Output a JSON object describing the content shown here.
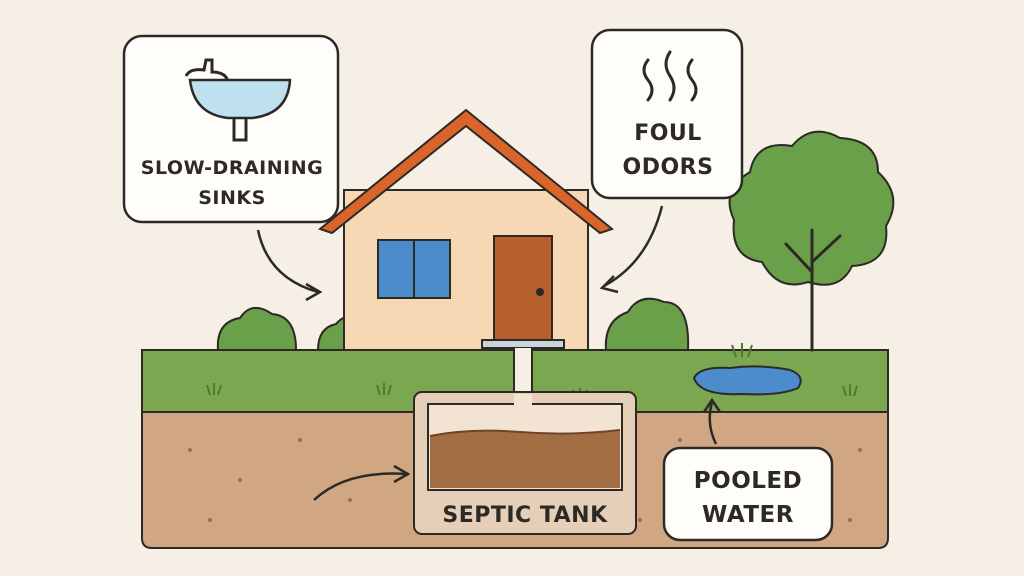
{
  "labels": {
    "sinks_line1": "SLOW-DRAINING",
    "sinks_line2": "SINKS",
    "odors_line1": "FOUL",
    "odors_line2": "ODORS",
    "tank": "SEPTIC TANK",
    "pooled_line1": "POOLED",
    "pooled_line2": "WATER"
  },
  "colors": {
    "background": "#f5efe6",
    "grass": "#7aa74f",
    "soil": "#d1a783",
    "house_wall": "#f7d8b5",
    "roof": "#d9652a",
    "window": "#4a8cc9",
    "door": "#b45f2c",
    "sludge": "#a36d43",
    "water": "#4c8ccc",
    "tree": "#6aa04a",
    "outline": "#2d2a26"
  }
}
